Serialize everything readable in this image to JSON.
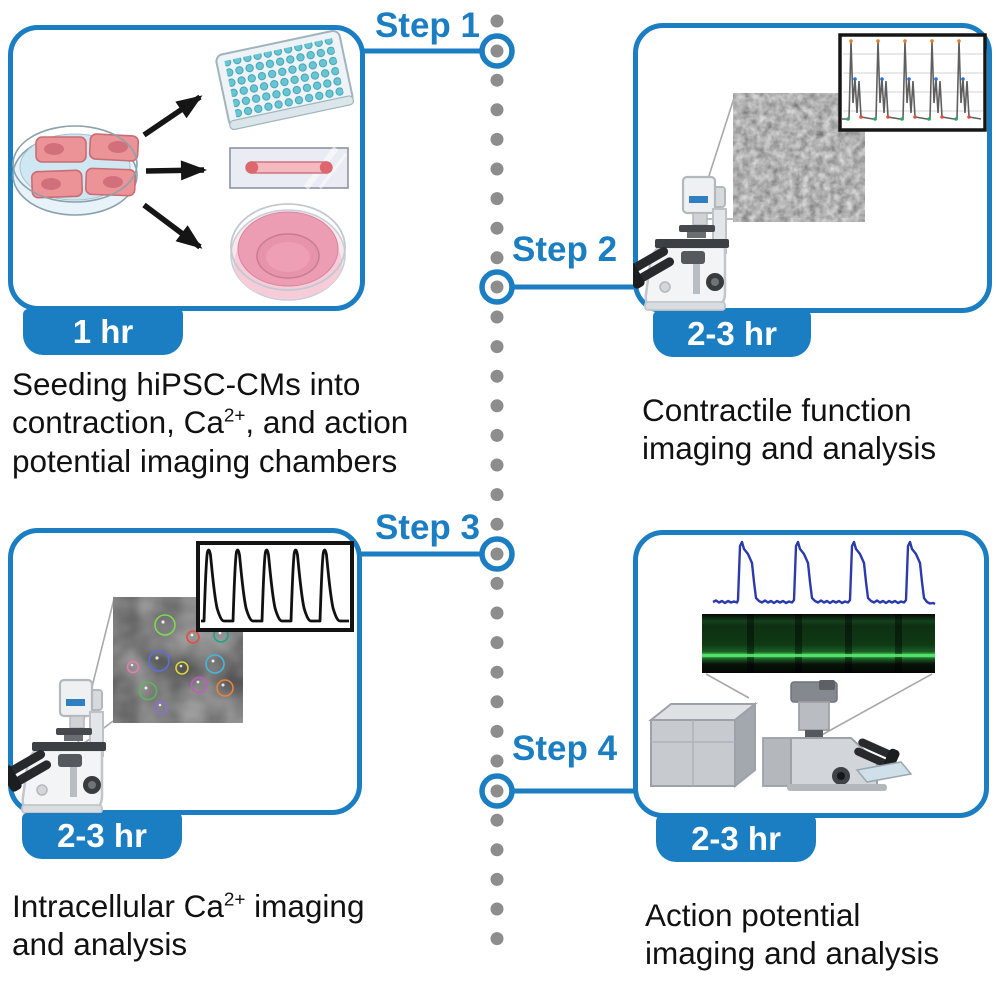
{
  "figure": {
    "type": "protocol-workflow-diagram",
    "background": "#ffffff"
  },
  "colors": {
    "accent_blue": "#1b7ec2",
    "timeline_dot_gray": "#8d8d8d",
    "caption_text": "#111111",
    "ap_trace_blue": "#2b3aad",
    "kymograph_green": "#4fdd66",
    "well_plate_teal": "#67c5d4",
    "tissue_pink": "#ec9398",
    "media_pink": "#ec9db4"
  },
  "timeline": {
    "style": "vertical-dotted-line",
    "dot_count": 33,
    "connector_count": 4
  },
  "steps": [
    {
      "label": "Step 1",
      "duration": "1 hr",
      "caption": {
        "line1": "Seeding hiPSC-CMs into",
        "line2_pre": "contraction, Ca",
        "line2_sup": "2+",
        "line2_post": ", and action",
        "line3": "potential imaging chambers"
      },
      "icons": [
        "petri-dish-with-tissue-icon",
        "arrow-icon",
        "96-well-plate-icon",
        "channel-slide-icon",
        "culture-dish-icon"
      ]
    },
    {
      "label": "Step 2",
      "duration": "2-3 hr",
      "caption": {
        "line1": "Contractile function",
        "line2": "imaging and analysis"
      },
      "icons": [
        "inverted-microscope-icon",
        "phase-contrast-cell-image",
        "contraction-trace-inset"
      ]
    },
    {
      "label": "Step 3",
      "duration": "2-3 hr",
      "caption": {
        "line1_pre": "Intracellular Ca",
        "line1_sup": "2+",
        "line1_post": "imaging",
        "line2": "and analysis"
      },
      "icons": [
        "inverted-microscope-icon",
        "fluorescence-image-with-roi-circles",
        "calcium-transient-trace-inset"
      ]
    },
    {
      "label": "Step 4",
      "duration": "2-3 hr",
      "caption": {
        "line1": "Action potential",
        "line2": "imaging and analysis"
      },
      "icons": [
        "confocal-microscope-icon",
        "action-potential-trace",
        "line-scan-kymograph-image"
      ]
    }
  ]
}
